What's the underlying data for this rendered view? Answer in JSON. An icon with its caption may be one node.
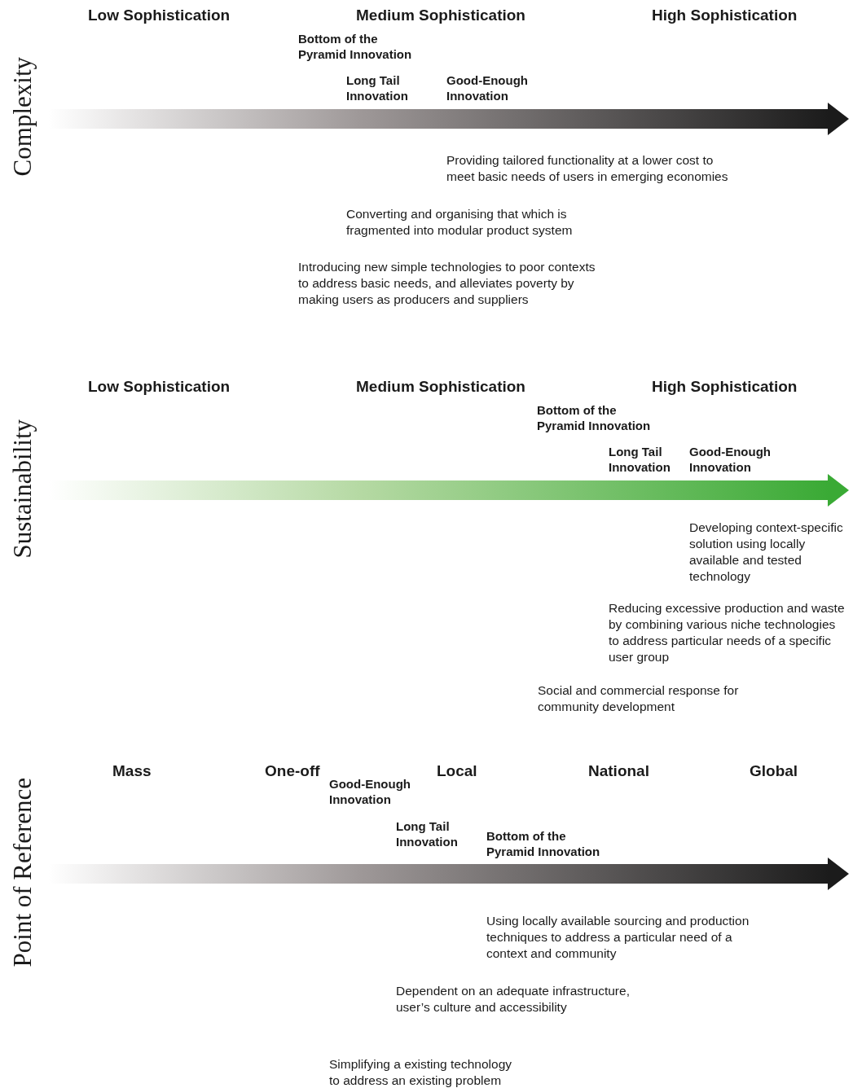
{
  "diagram": {
    "labels": [
      "Complexity",
      "Low Sophistication",
      "Medium Sophistication",
      "High Sophistication",
      "Bottom of the Pyramid Innovation",
      "Long Tail Innovation",
      "Good-Enough Innovation",
      "Providing tailored functionality at a lower cost to meet basic needs of users in emerging economies",
      "Converting and organising that which is fragmented into modular product system",
      "Introducing new simple technologies to poor contexts to address basic needs, and alleviates poverty by making users as producers and suppliers",
      "Sustainability",
      "Low Sophistication",
      "Medium Sophistication",
      "High Sophistication",
      "Bottom of the Pyramid Innovation",
      "Long Tail Innovation",
      "Good-Enough Innovation",
      "Developing context-specific solution using locally available and tested technology",
      "Reducing excessive production and waste by combining various niche technologies to address particular needs of a specific user group",
      "Social and commercial response for community development",
      "Point of Reference",
      "Mass",
      "One-off",
      "Local",
      "National",
      "Global",
      "Good-Enough Innovation",
      "Long Tail Innovation",
      "Bottom of the Pyramid Innovation",
      "Using locally available sourcing and production techniques to address a particular need of a context and community",
      "Dependent on an adequate infrastructure, user’s culture and accessibility",
      "Simplifying a existing technology to address an existing problem"
    ]
  }
}
